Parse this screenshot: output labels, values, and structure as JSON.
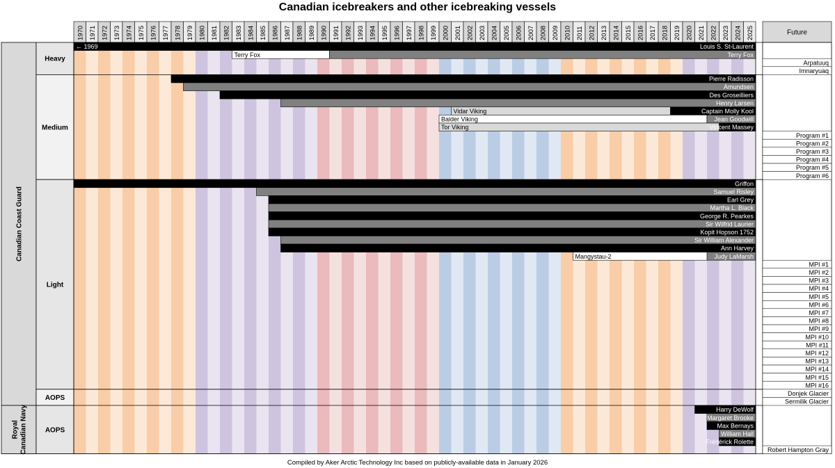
{
  "title": "Canadian icebreakers and other icebreaking vessels",
  "footer": "Compiled by Aker Arctic Technology Inc based on publicly-available data in January 2026",
  "chart_data": {
    "type": "gantt",
    "years": [
      "1970",
      "1971",
      "1972",
      "1973",
      "1974",
      "1975",
      "1976",
      "1977",
      "1978",
      "1979",
      "1980",
      "1981",
      "1982",
      "1983",
      "1984",
      "1985",
      "1986",
      "1987",
      "1988",
      "1989",
      "1990",
      "1991",
      "1992",
      "1993",
      "1994",
      "1995",
      "1996",
      "1997",
      "1998",
      "1999",
      "2000",
      "2001",
      "2002",
      "2003",
      "2004",
      "2005",
      "2006",
      "2007",
      "2008",
      "2009",
      "2010",
      "2011",
      "2012",
      "2013",
      "2014",
      "2015",
      "2016",
      "2017",
      "2018",
      "2019",
      "2020",
      "2021",
      "2022",
      "2023",
      "2024",
      "2025"
    ],
    "future_label": "Future",
    "start_note": "← 1969",
    "groups": [
      {
        "name": "Canadian Coast Guard",
        "sections": [
          {
            "name": "Heavy",
            "rows": [
              {
                "bars": [
                  {
                    "label": "Louis S. St-Laurent",
                    "start": 1969,
                    "end": 2025,
                    "fill": "black"
                  }
                ],
                "start_note": true
              },
              {
                "bars": [
                  {
                    "label": "Terry Fox",
                    "start": 1983,
                    "end": 1990,
                    "fill": "white",
                    "align": "left"
                  },
                  {
                    "label": "Terry Fox",
                    "start": 1991,
                    "end": 2025,
                    "fill": "gray"
                  }
                ]
              },
              {
                "future": "Arpatuuq"
              },
              {
                "future": "Imnaryuaq"
              }
            ]
          },
          {
            "name": "Medium",
            "rows": [
              {
                "bars": [
                  {
                    "label": "Pierre Radisson",
                    "start": 1978,
                    "end": 2025,
                    "fill": "black"
                  }
                ]
              },
              {
                "bars": [
                  {
                    "label": "Amundsen",
                    "start": 1979,
                    "end": 2025,
                    "fill": "gray"
                  }
                ]
              },
              {
                "bars": [
                  {
                    "label": "Des Groseilliers",
                    "start": 1982,
                    "end": 2025,
                    "fill": "black"
                  }
                ]
              },
              {
                "bars": [
                  {
                    "label": "Henry Larsen",
                    "start": 1987,
                    "end": 2025,
                    "fill": "gray"
                  }
                ]
              },
              {
                "bars": [
                  {
                    "label": "Vidar Viking",
                    "start": 2001,
                    "end": 2018,
                    "fill": "lightgray",
                    "align": "left"
                  },
                  {
                    "label": "Captain Molly Kool",
                    "start": 2019,
                    "end": 2025,
                    "fill": "black"
                  }
                ]
              },
              {
                "bars": [
                  {
                    "label": "Balder Viking",
                    "start": 2000,
                    "end": 2021,
                    "fill": "white",
                    "align": "left"
                  },
                  {
                    "label": "Jean Goodwill",
                    "start": 2022,
                    "end": 2025,
                    "fill": "gray"
                  }
                ]
              },
              {
                "bars": [
                  {
                    "label": "Tor Viking",
                    "start": 2000,
                    "end": 2023,
                    "fill": "lightgray",
                    "align": "left"
                  },
                  {
                    "label": "Vincent Massey",
                    "start": 2023,
                    "end": 2025,
                    "fill": "black"
                  }
                ]
              },
              {
                "future": "Program #1"
              },
              {
                "future": "Program #2"
              },
              {
                "future": "Program #3"
              },
              {
                "future": "Program #4"
              },
              {
                "future": "Program #5"
              },
              {
                "future": "Program #6"
              }
            ]
          },
          {
            "name": "Light",
            "rows": [
              {
                "bars": [
                  {
                    "label": "Griffon",
                    "start": 1970,
                    "end": 2025,
                    "fill": "black"
                  }
                ]
              },
              {
                "bars": [
                  {
                    "label": "Samuel Risley",
                    "start": 1985,
                    "end": 2025,
                    "fill": "gray"
                  }
                ]
              },
              {
                "bars": [
                  {
                    "label": "Earl Grey",
                    "start": 1986,
                    "end": 2025,
                    "fill": "black"
                  }
                ]
              },
              {
                "bars": [
                  {
                    "label": "Martha L. Black",
                    "start": 1986,
                    "end": 2025,
                    "fill": "gray"
                  }
                ]
              },
              {
                "bars": [
                  {
                    "label": "George R. Pearkes",
                    "start": 1986,
                    "end": 2025,
                    "fill": "black"
                  }
                ]
              },
              {
                "bars": [
                  {
                    "label": "Sir Wilfrid Laurier",
                    "start": 1986,
                    "end": 2025,
                    "fill": "gray"
                  }
                ]
              },
              {
                "bars": [
                  {
                    "label": "Kopit Hopson 1752",
                    "start": 1986,
                    "end": 2025,
                    "fill": "black"
                  }
                ]
              },
              {
                "bars": [
                  {
                    "label": "Sir William Alexander",
                    "start": 1987,
                    "end": 2025,
                    "fill": "gray"
                  }
                ]
              },
              {
                "bars": [
                  {
                    "label": "Ann Harvey",
                    "start": 1987,
                    "end": 2025,
                    "fill": "black"
                  }
                ]
              },
              {
                "bars": [
                  {
                    "label": "Mangystau-2",
                    "start": 2011,
                    "end": 2022,
                    "fill": "white",
                    "align": "left"
                  },
                  {
                    "label": "Judy LaMarsh",
                    "start": 2022,
                    "end": 2025,
                    "fill": "gray"
                  }
                ]
              },
              {
                "future": "MPI #1"
              },
              {
                "future": "MPI #2"
              },
              {
                "future": "MPI #3"
              },
              {
                "future": "MPI #4"
              },
              {
                "future": "MPI #5"
              },
              {
                "future": "MPI #6"
              },
              {
                "future": "MPI #7"
              },
              {
                "future": "MPI #8"
              },
              {
                "future": "MPI #9"
              },
              {
                "future": "MPI #10"
              },
              {
                "future": "MPI #11"
              },
              {
                "future": "MPI #12"
              },
              {
                "future": "MPI #13"
              },
              {
                "future": "MPI #14"
              },
              {
                "future": "MPI #15"
              },
              {
                "future": "MPI #16"
              }
            ]
          },
          {
            "name": "AOPS",
            "rows": [
              {
                "future": "Donjek Glacier"
              },
              {
                "future": "Sermilik Glacier"
              }
            ]
          }
        ]
      },
      {
        "name": "Royal Canadian Navy",
        "sections": [
          {
            "name": "AOPS",
            "rows": [
              {
                "bars": [
                  {
                    "label": "Harry DeWolf",
                    "start": 2021,
                    "end": 2025,
                    "fill": "black"
                  }
                ]
              },
              {
                "bars": [
                  {
                    "label": "Margaret Brooke",
                    "start": 2022,
                    "end": 2025,
                    "fill": "gray"
                  }
                ]
              },
              {
                "bars": [
                  {
                    "label": "Max Bernays",
                    "start": 2022,
                    "end": 2025,
                    "fill": "black"
                  }
                ]
              },
              {
                "bars": [
                  {
                    "label": "William Hall",
                    "start": 2023,
                    "end": 2025,
                    "fill": "gray"
                  }
                ]
              },
              {
                "bars": [
                  {
                    "label": "Frédérick Rolette",
                    "start": 2023,
                    "end": 2025,
                    "fill": "black"
                  }
                ]
              },
              {
                "future": "Robert Hampton Gray"
              }
            ]
          }
        ]
      }
    ],
    "era_colors": {
      "orange": "#f7c9a0",
      "purple": "#cbbfdc",
      "red": "#e8b4b6",
      "blue": "#b5c9e3"
    },
    "fill_colors": {
      "black": "#000000",
      "gray": "#808080",
      "lightgray": "#d9d9d9",
      "white": "#ffffff"
    }
  }
}
